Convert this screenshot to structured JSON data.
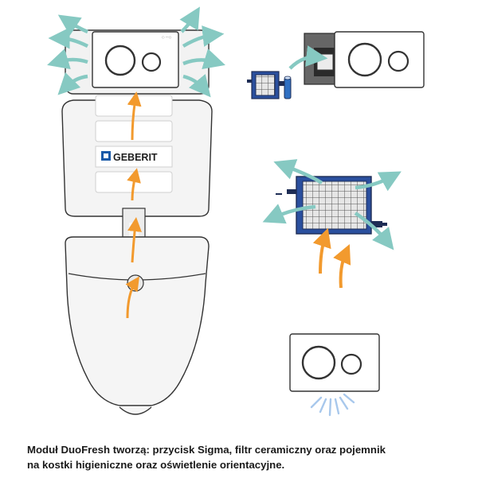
{
  "brand": {
    "name": "GEBERIT",
    "logo_color": "#1a5aa8",
    "plate_marker": "○ —○"
  },
  "colors": {
    "air_arrow": "#86c9c2",
    "flow_arrow": "#f29a2e",
    "light_ray": "#a8c8ec",
    "cassette": "#2a4f9e",
    "outline": "#2b2b2b"
  },
  "caption": {
    "line1": "Moduł DuoFresh tworzą: przycisk Sigma, filtr ceramiczny oraz pojemnik",
    "line2": "na kostki higieniczne oraz oświetlenie orientacyjne."
  }
}
